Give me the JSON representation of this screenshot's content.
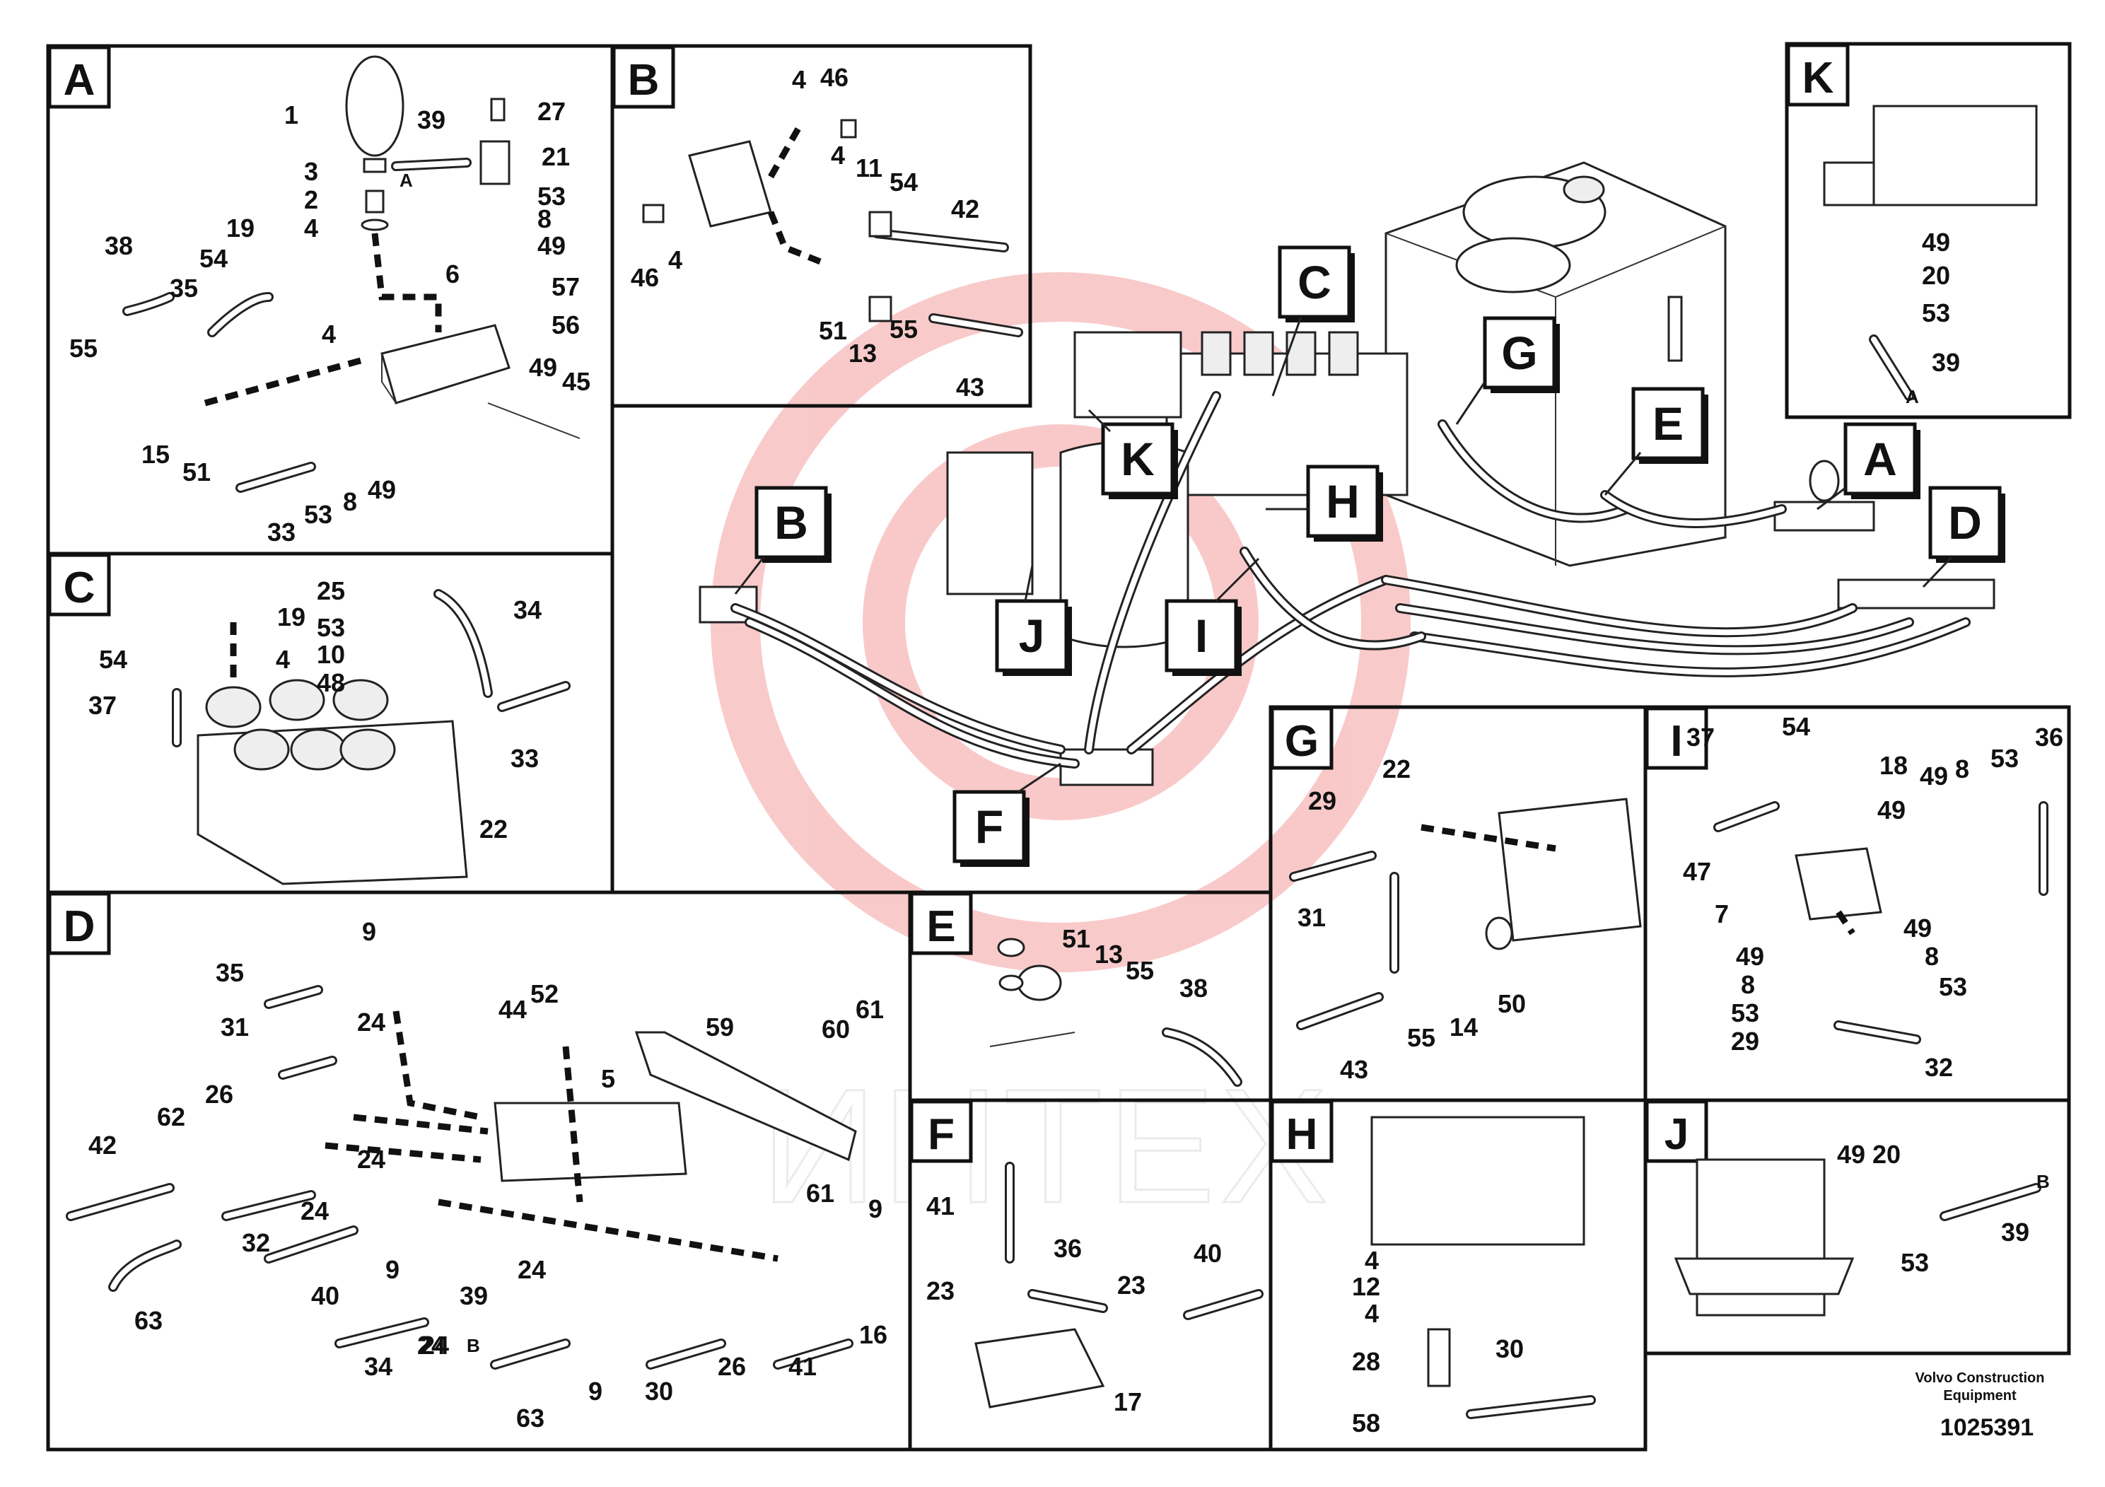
{
  "panels": [
    {
      "letter": "A",
      "labels": [
        "1",
        "39",
        "27",
        "3",
        "2",
        "21",
        "4",
        "53",
        "8",
        "49",
        "19",
        "54",
        "35",
        "6",
        "57",
        "38",
        "4",
        "56",
        "55",
        "49",
        "45",
        "15",
        "51",
        "33",
        "53",
        "8",
        "49"
      ],
      "sub": "A"
    },
    {
      "letter": "B",
      "labels": [
        "4",
        "46",
        "4",
        "11",
        "54",
        "42",
        "46",
        "4",
        "51",
        "13",
        "55",
        "43"
      ]
    },
    {
      "letter": "C",
      "labels": [
        "25",
        "19",
        "53",
        "34",
        "54",
        "4",
        "10",
        "48",
        "37",
        "33",
        "22"
      ]
    },
    {
      "letter": "D",
      "labels": [
        "9",
        "35",
        "44",
        "52",
        "24",
        "31",
        "59",
        "60",
        "61",
        "26",
        "5",
        "42",
        "62",
        "24",
        "32",
        "24",
        "61",
        "9",
        "9",
        "40",
        "24",
        "24",
        "39",
        "16",
        "34",
        "24",
        "63",
        "63",
        "9",
        "30",
        "26",
        "41"
      ],
      "sub": "B"
    },
    {
      "letter": "E",
      "labels": [
        "51",
        "13",
        "55",
        "38"
      ]
    },
    {
      "letter": "F",
      "labels": [
        "41",
        "36",
        "40",
        "23",
        "23",
        "17"
      ]
    },
    {
      "letter": "G",
      "labels": [
        "22",
        "29",
        "31",
        "50",
        "55",
        "14",
        "43"
      ]
    },
    {
      "letter": "H",
      "labels": [
        "4",
        "12",
        "4",
        "28",
        "30",
        "58"
      ]
    },
    {
      "letter": "I",
      "labels": [
        "37",
        "54",
        "36",
        "18",
        "49",
        "8",
        "53",
        "49",
        "47",
        "7",
        "49",
        "49",
        "8",
        "8",
        "53",
        "53",
        "29",
        "32"
      ]
    },
    {
      "letter": "J",
      "labels": [
        "49",
        "20",
        "39",
        "53"
      ],
      "sub": "B"
    },
    {
      "letter": "K",
      "labels": [
        "49",
        "20",
        "53",
        "39"
      ],
      "sub": "A"
    }
  ],
  "overview_callouts": [
    "C",
    "G",
    "E",
    "A",
    "B",
    "K",
    "H",
    "D",
    "J",
    "I",
    "F"
  ],
  "watermark": "ИНТЕХ",
  "footer": {
    "brand_line1": "Volvo Construction",
    "brand_line2": "Equipment",
    "drawing_number": "1025391"
  }
}
